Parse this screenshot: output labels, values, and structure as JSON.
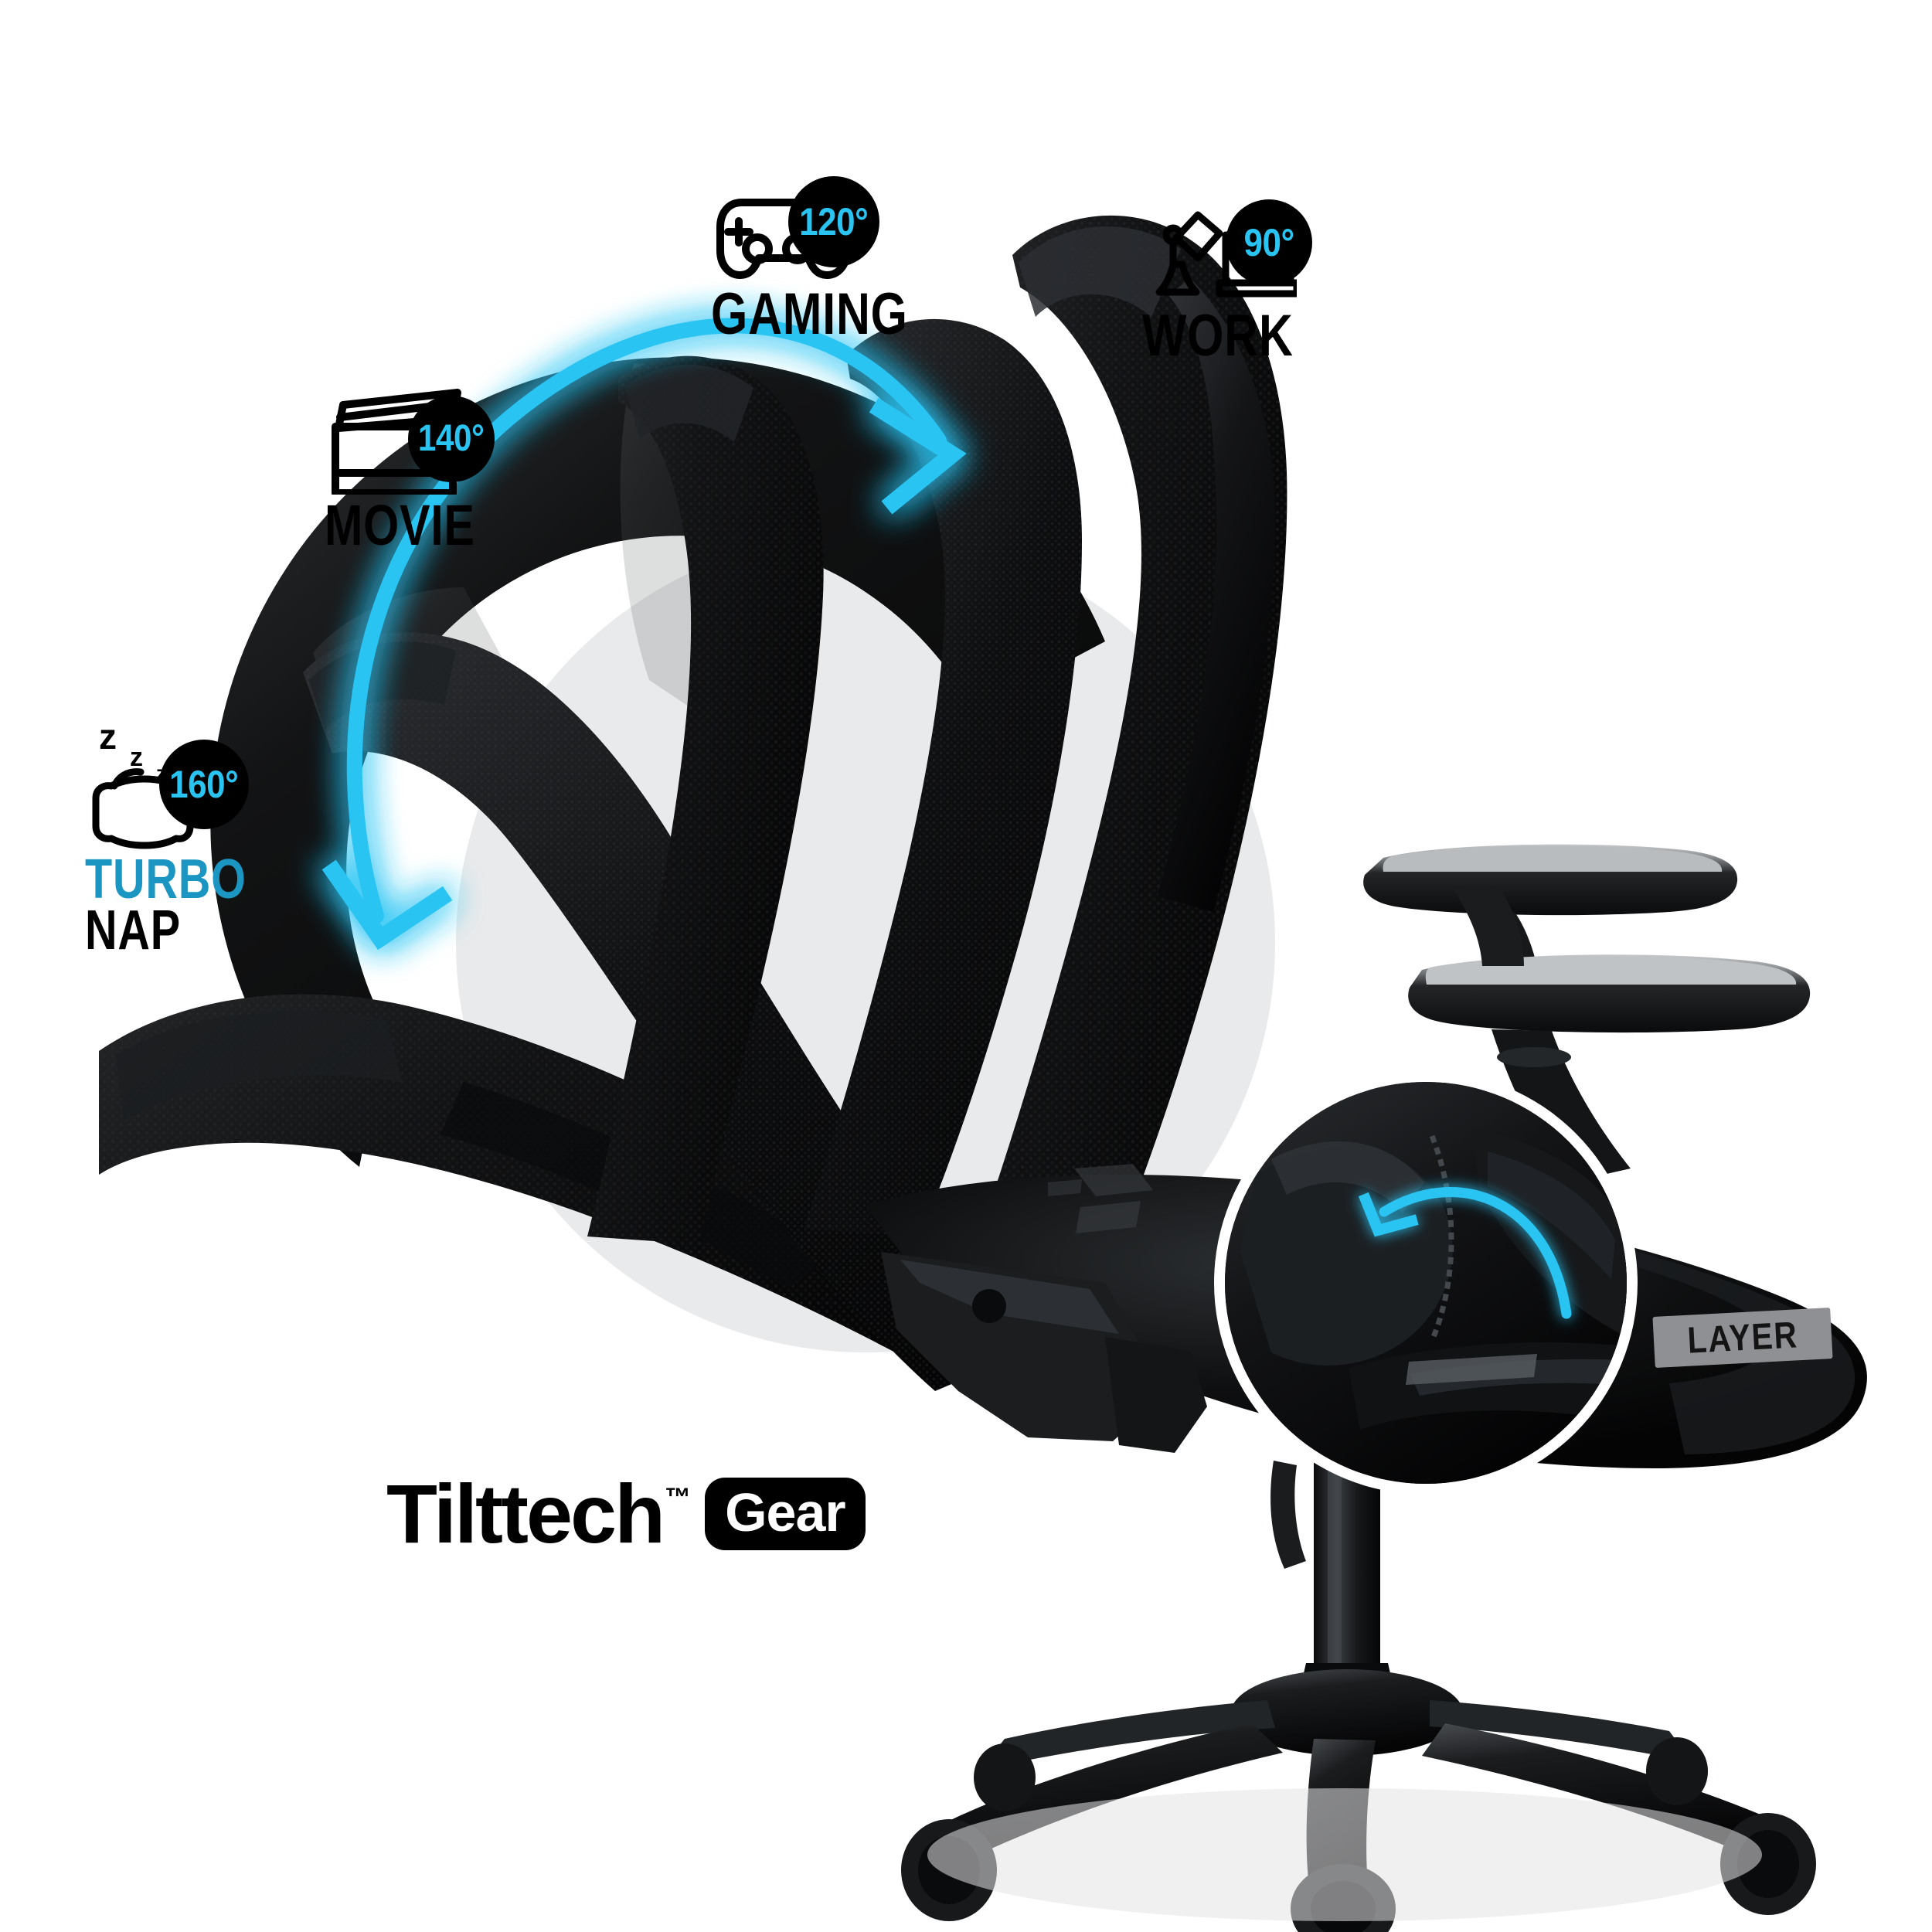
{
  "page": {
    "background_color": "#ffffff",
    "accent_color": "#2ac4f3",
    "accent_dark_color": "#1b96c2",
    "watermark_color": "#e9eaeb"
  },
  "badges": [
    {
      "id": "movie",
      "label": "MOVIE",
      "angle": "140°",
      "icon": "clapperboard-icon",
      "label_color": "#000000"
    },
    {
      "id": "gaming",
      "label": "GAMING",
      "angle": "120°",
      "icon": "gamepad-icon",
      "label_color": "#000000"
    },
    {
      "id": "work",
      "label": "WORK",
      "angle": "90°",
      "icon": "desklamp-laptop-icon",
      "label_color": "#000000"
    },
    {
      "id": "turbo-nap",
      "label_line1": "TURBO",
      "label_line2": "NAP",
      "angle": "160°",
      "icon": "pillow-zzz-icon",
      "label_line1_color": "#1b96c2",
      "label_line2_color": "#000000"
    }
  ],
  "logo": {
    "word": "Tilttech",
    "trademark": "™",
    "pill": "Gear"
  },
  "product": {
    "seat_tag": "LAYER",
    "emblem": "x-emblem"
  },
  "annotations": {
    "recline_arrow": "double-headed-recline-arrow",
    "inset_arrow": "tilt-mechanism-arrow"
  }
}
